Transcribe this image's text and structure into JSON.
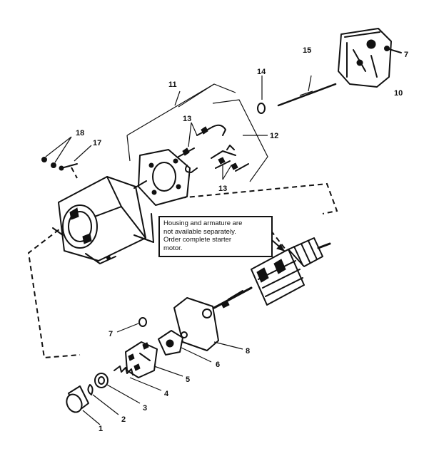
{
  "callouts": {
    "c1": "1",
    "c2": "2",
    "c3": "3",
    "c4": "4",
    "c5": "5",
    "c6": "6",
    "c7_front": "7",
    "c8": "8",
    "c7_top": "7",
    "c10": "10",
    "c11": "11",
    "c12": "12",
    "c13_top": "13",
    "c13_bottom": "13",
    "c14": "14",
    "c15": "15",
    "c17": "17",
    "c18": "18"
  },
  "note": {
    "line1": "Housing and armature are",
    "line2": "not available separately.",
    "line3": "Order complete starter",
    "line4": "motor."
  }
}
